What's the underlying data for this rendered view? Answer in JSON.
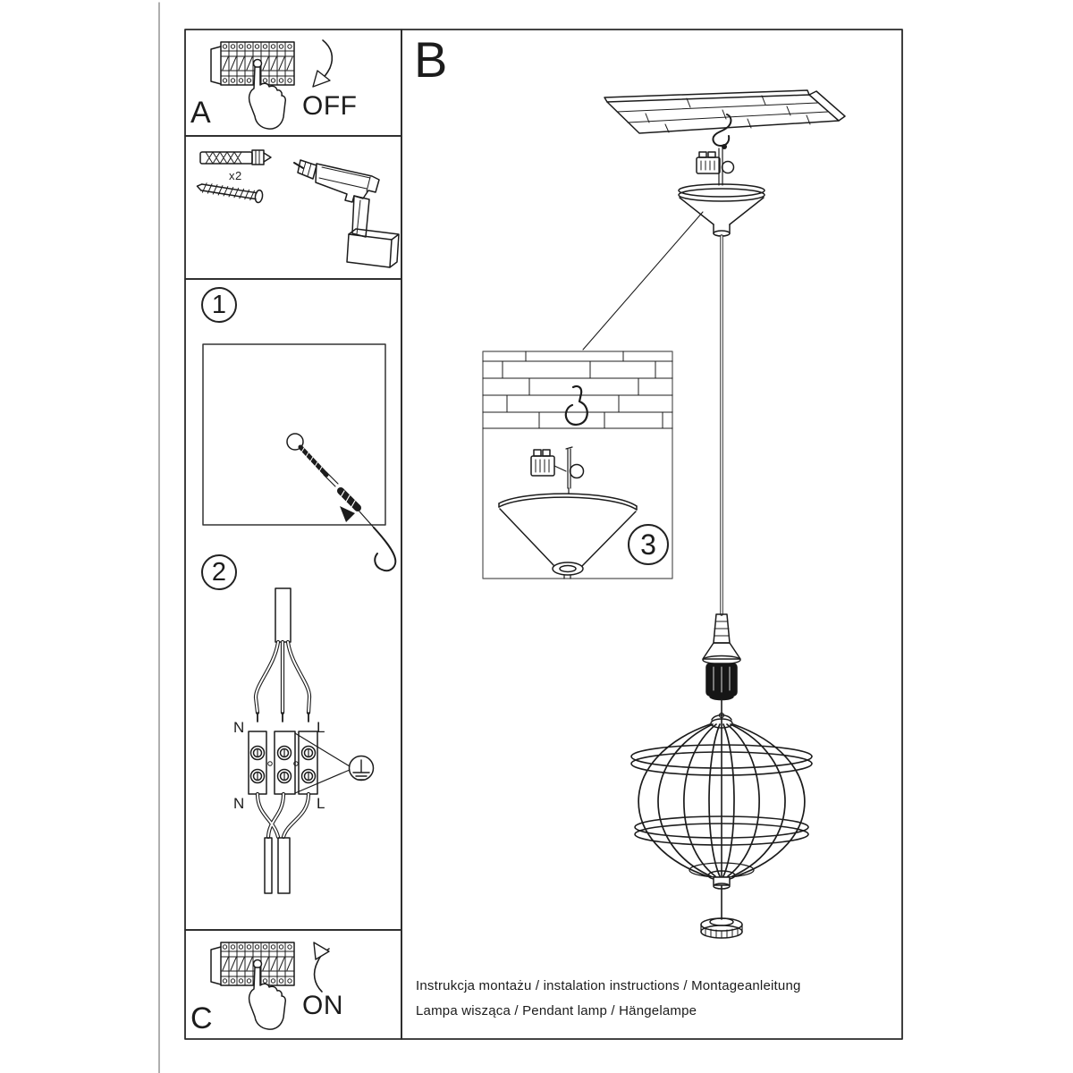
{
  "document": {
    "type_note": "pendant lamp installation instruction sheet",
    "colors": {
      "ink": "#1c1c1c",
      "frame": "#2a2a2a",
      "page_edge": "#7a7a7a"
    },
    "panels": {
      "a": {
        "label": "A",
        "action": "OFF"
      },
      "b": {
        "label": "B"
      },
      "c": {
        "label": "C",
        "action": "ON"
      },
      "tools": {
        "anchor_quantity": "x2"
      },
      "step1": {
        "number": "1"
      },
      "step2": {
        "number": "2",
        "wiring_labels": {
          "n_top": "N",
          "l_top": "L",
          "n_bottom": "N",
          "l_bottom": "L"
        }
      },
      "step3": {
        "number": "3"
      }
    },
    "footer": {
      "line1": "Instrukcja montażu / instalation instructions / Montageanleitung",
      "line2": "Lampa wisząca / Pendant lamp / Hängelampe"
    }
  }
}
